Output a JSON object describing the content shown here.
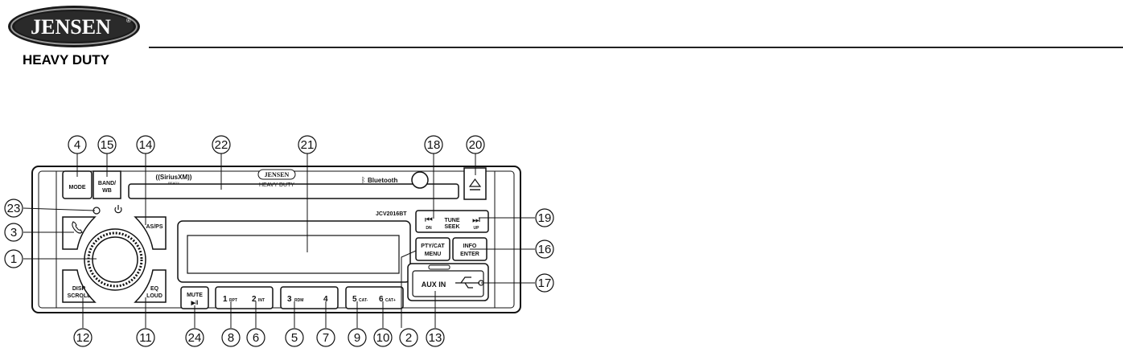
{
  "header": {
    "brand": "JENSEN",
    "brand_mark": "®",
    "subtitle": "HEAVY DUTY"
  },
  "unit": {
    "center_logo": "JENSEN",
    "center_tagline": "HEAVY DUTY",
    "sirius_logo": "((SiriusXM))",
    "sirius_sub": "READY",
    "bluetooth_logo": "Bluetooth",
    "model": "JCV2016BT"
  },
  "buttons": {
    "mode": "MODE",
    "band_l1": "BAND/",
    "band_l2": "WB",
    "as_ps": "AS/PS",
    "disp_l1": "DISP",
    "disp_l2": "SCROLL",
    "eq_l1": "EQ",
    "eq_l2": "LOUD",
    "mute_l1": "MUTE",
    "mute_l2": "▶‖",
    "p1_num": "1",
    "p1_sub": "RPT",
    "p2_num": "2",
    "p2_sub": "INT",
    "p3_num": "3",
    "p3_sub": "RDM",
    "p4_num": "4",
    "p5_num": "5",
    "p5_sub": "CAT-",
    "p6_num": "6",
    "p6_sub": "CAT+",
    "pty_l1": "PTY/CAT",
    "pty_l2": "MENU",
    "info_l1": "INFO",
    "info_l2": "ENTER",
    "aux_in": "AUX IN",
    "tune_l1": "TUNE",
    "tune_l2": "SEEK",
    "dn": "DN",
    "up": "UP"
  },
  "callouts": {
    "c1": "1",
    "c2": "2",
    "c3": "3",
    "c4": "4",
    "c5": "5",
    "c6": "6",
    "c7": "7",
    "c8": "8",
    "c9": "9",
    "c10": "10",
    "c11": "11",
    "c12": "12",
    "c13": "13",
    "c14": "14",
    "c15": "15",
    "c16": "16",
    "c17": "17",
    "c18": "18",
    "c19": "19",
    "c20": "20",
    "c21": "21",
    "c22": "22",
    "c23": "23",
    "c24": "24"
  }
}
